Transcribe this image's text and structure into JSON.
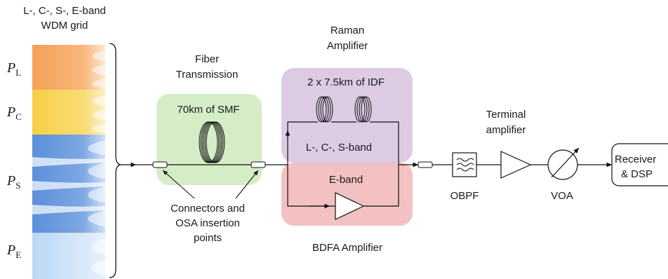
{
  "grid_title": [
    "L-, C-, S-, E-band",
    "WDM grid"
  ],
  "powers": [
    {
      "sym": "P",
      "sub": "L"
    },
    {
      "sym": "P",
      "sub": "C"
    },
    {
      "sym": "P",
      "sub": "S"
    },
    {
      "sym": "P",
      "sub": "E"
    }
  ],
  "fiber_title": [
    "Fiber",
    "Transmission"
  ],
  "smf_label": "70km of SMF",
  "connectors_label": [
    "Connectors and",
    "OSA insertion",
    "points"
  ],
  "raman_title": [
    "Raman",
    "Amplifier"
  ],
  "idf_label": "2 x 7.5km of IDF",
  "lcs_label": "L-, C-, S-band",
  "eband_label": "E-band",
  "bdfa_label": "BDFA Amplifier",
  "obpf_label": "OBPF",
  "terminal_label": [
    "Terminal",
    "amplifier"
  ],
  "voa_label": "VOA",
  "receiver_label": [
    "Receiver",
    "& DSP"
  ],
  "colors": {
    "band_L": "#f5a05a",
    "band_C": "#f7cf45",
    "band_S": "#5b8fd9",
    "band_E": "#b9d7f5",
    "fiber_box": "#d3ecc3",
    "raman_box": "#ddcbe4",
    "bdfa_box": "#f3c1c1"
  }
}
